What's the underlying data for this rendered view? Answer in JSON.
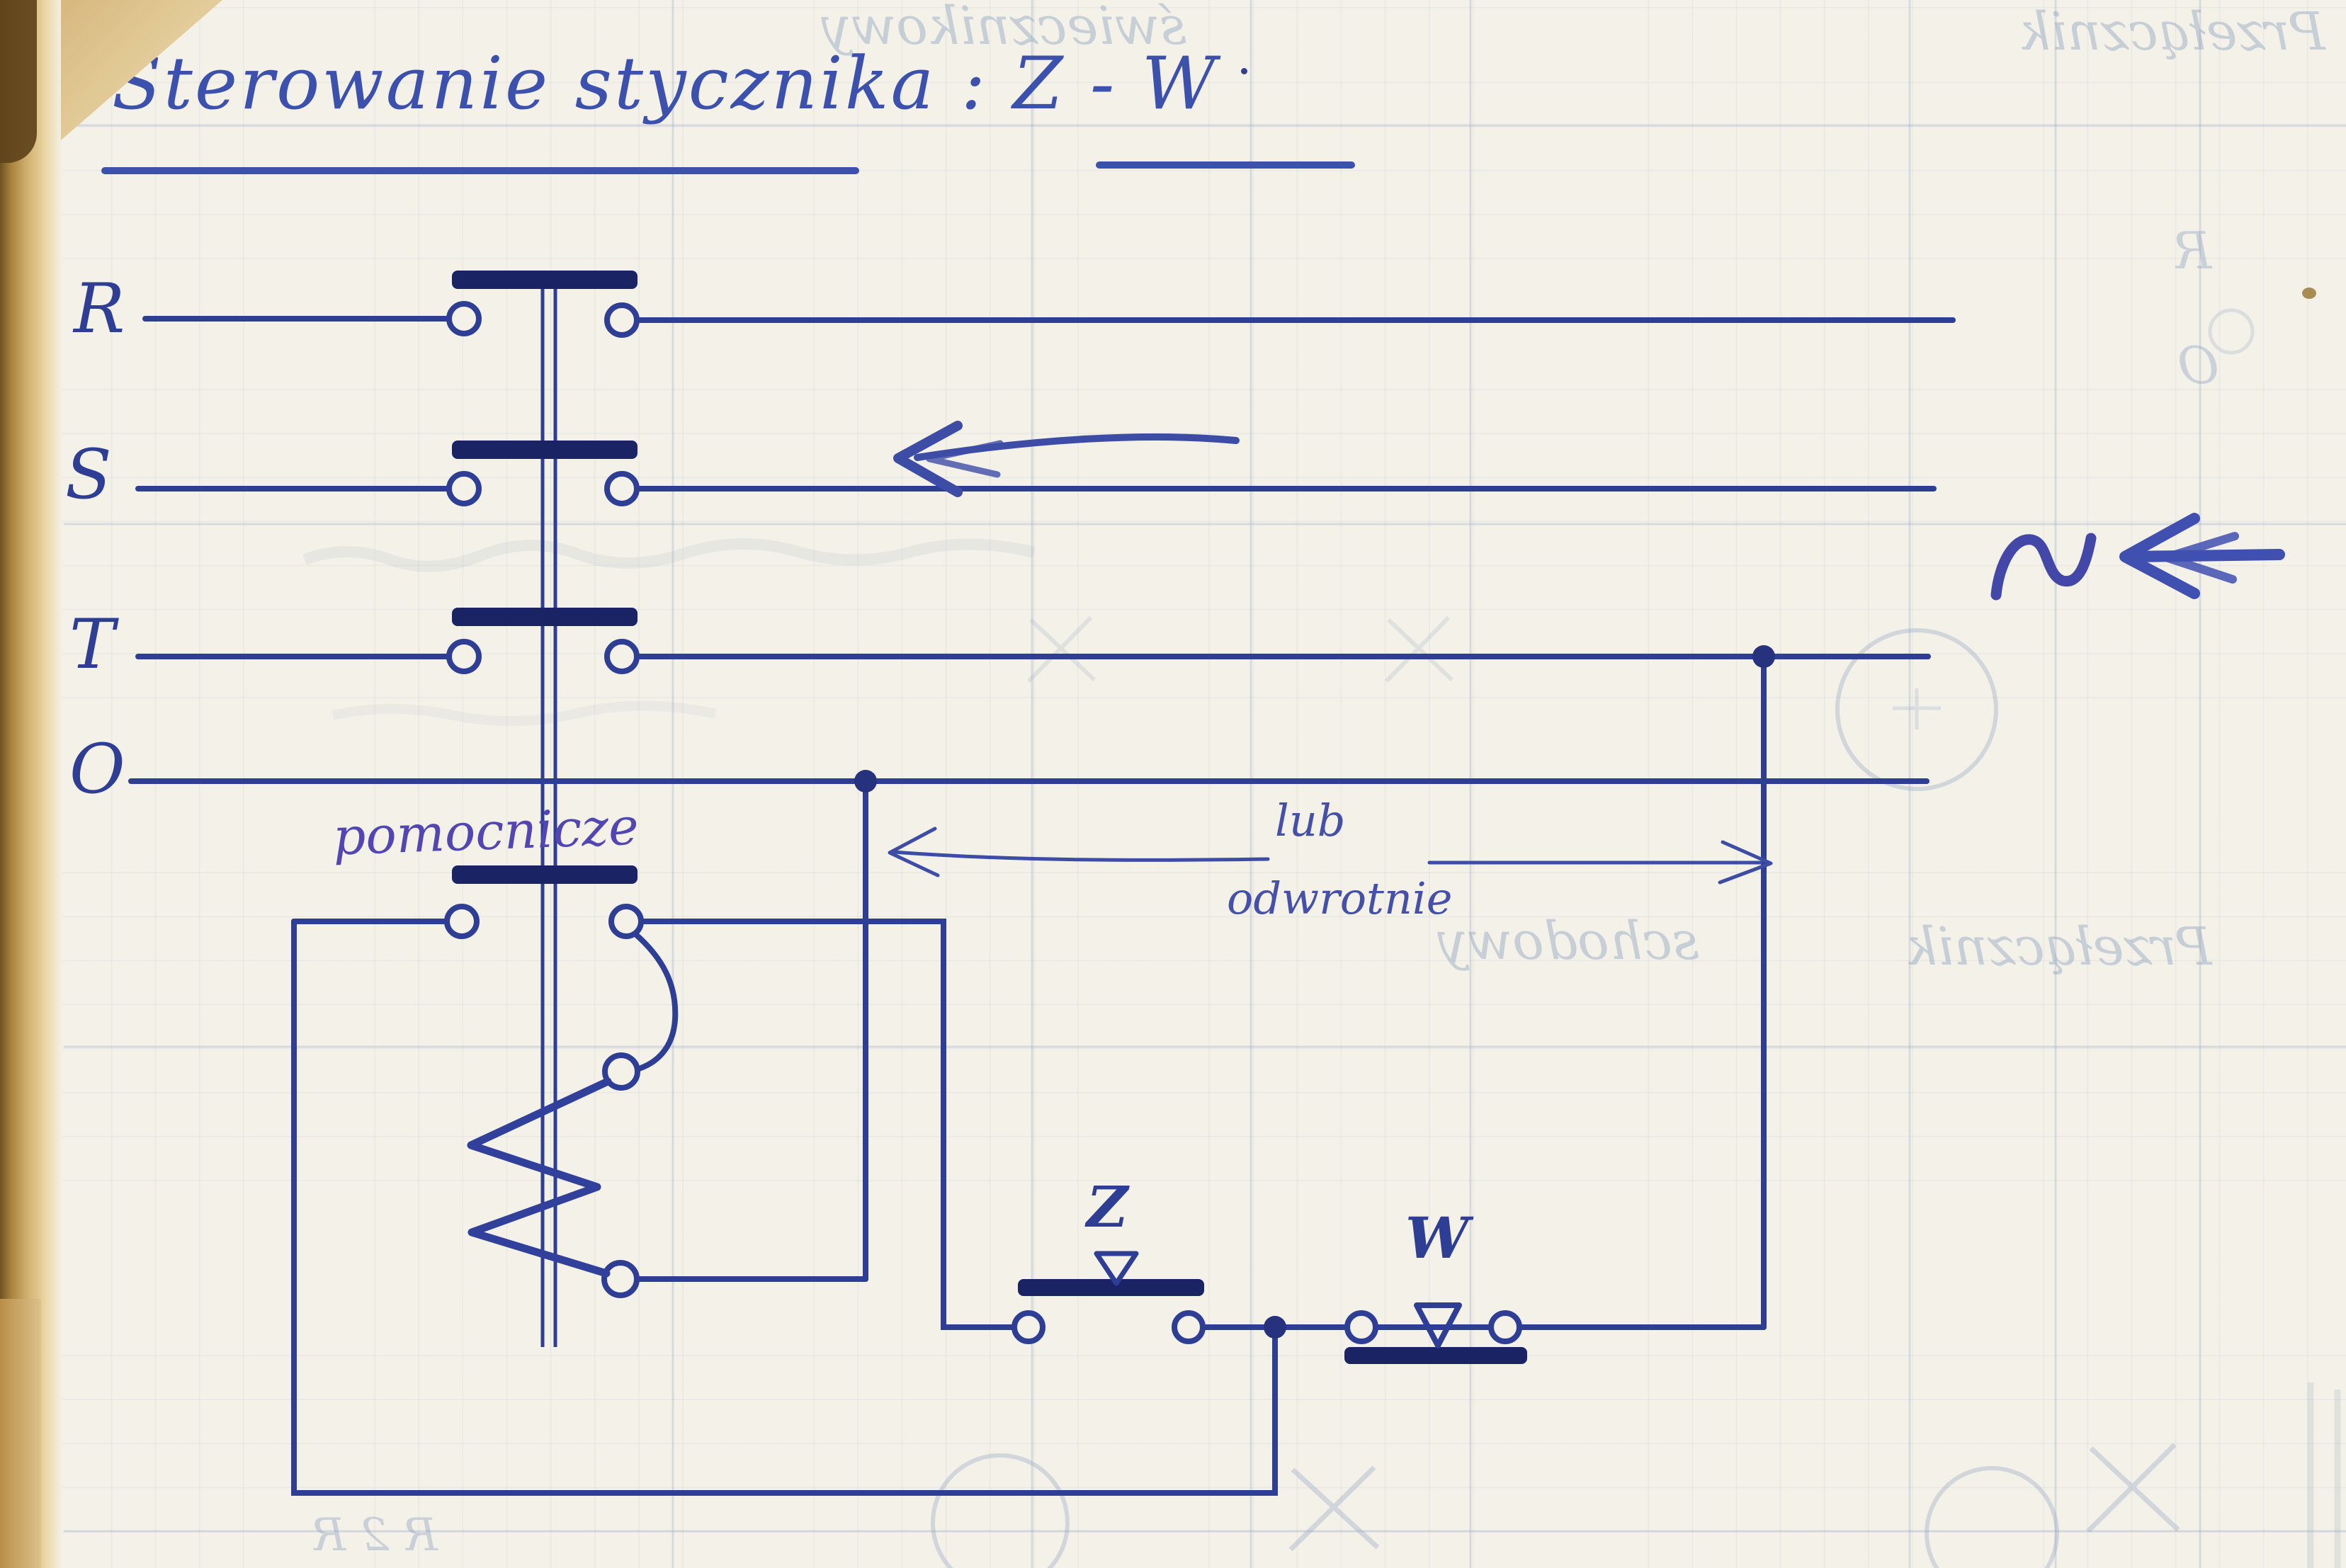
{
  "page": {
    "kind": "hand-drawn contactor control schematic on squared notebook paper",
    "title": "Sterowanie stycznika : Z - W"
  },
  "bus_labels": {
    "l1": "R",
    "l2": "S",
    "l3": "T",
    "neutral": "O"
  },
  "component_labels": {
    "auxiliary_contact": "pomocnicze",
    "or_note_line1": "lub",
    "or_note_line2": "odwrotnie",
    "close_button": "Z",
    "open_button": "W"
  },
  "ghost_bleedthrough_text": {
    "top_word_first": "Przełącznik",
    "top_word_second": "świecznikowy",
    "middle_word_first": "Przełącznik",
    "middle_word_second": "schodowy",
    "bottom_left_marks": "R 2 R",
    "edge_letter_r": "R",
    "edge_letter_o": "O"
  },
  "colors": {
    "ink": "#2e3e94",
    "ink_dark": "#1a2464",
    "title_ink": "#3b51ad",
    "aux_label_ink": "#5146b2",
    "paper": "#f4f1e8",
    "grid_line": "#a0b0ca",
    "book_edge_tan": "#c9a96b",
    "ghost": "#8fa3c0"
  }
}
